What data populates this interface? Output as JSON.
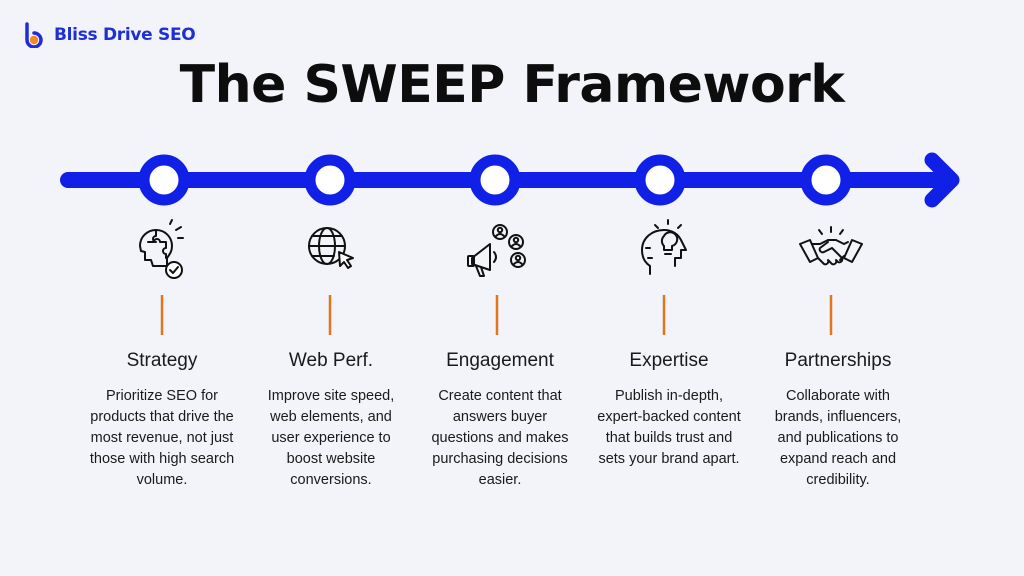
{
  "brand": {
    "name": "Bliss Drive SEO",
    "color": "#1f2fd6"
  },
  "title": "The SWEEP Framework",
  "colors": {
    "timeline": "#1020e6",
    "connector": "#e0761d",
    "background": "#f3f4f9"
  },
  "steps": [
    {
      "title": "Strategy",
      "icon": "puzzle-head-check-icon",
      "description": "Prioritize SEO for products that drive the most revenue, not just those with high search volume."
    },
    {
      "title": "Web Perf.",
      "icon": "globe-cursor-icon",
      "description": "Improve site speed, web elements, and user experience to boost website conversions."
    },
    {
      "title": "Engagement",
      "icon": "megaphone-users-icon",
      "description": "Create content that answers buyer questions and makes purchasing decisions easier."
    },
    {
      "title": "Expertise",
      "icon": "head-lightbulb-icon",
      "description": "Publish in-depth, expert-backed content that builds trust and sets your brand apart."
    },
    {
      "title": "Partnerships",
      "icon": "handshake-icon",
      "description": "Collaborate with brands, influencers, and publications to expand reach and credibility."
    }
  ]
}
